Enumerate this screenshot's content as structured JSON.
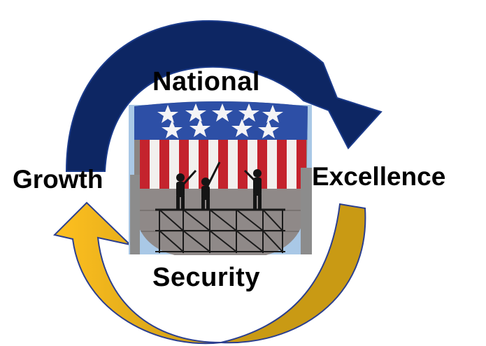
{
  "cycle": {
    "labels": {
      "top": "National",
      "left": "Growth",
      "right": "Excellence",
      "bottom": "Security"
    },
    "arrows": {
      "top_color": "#0d2663",
      "top_stroke": "#1a3a8a",
      "bottom_color_light": "#ffbe1e",
      "bottom_color_dark": "#c79a12",
      "bottom_stroke": "#2b3f8f"
    }
  },
  "image": {
    "subject": "american-shield-scaffold-workers",
    "colors": {
      "flag_blue": "#2d4fa6",
      "flag_red": "#c4232d",
      "flag_white": "#f2f0ee",
      "wall_grey": "#8a8482",
      "sky": "#a9c8e6",
      "silhouette": "#151515"
    }
  }
}
